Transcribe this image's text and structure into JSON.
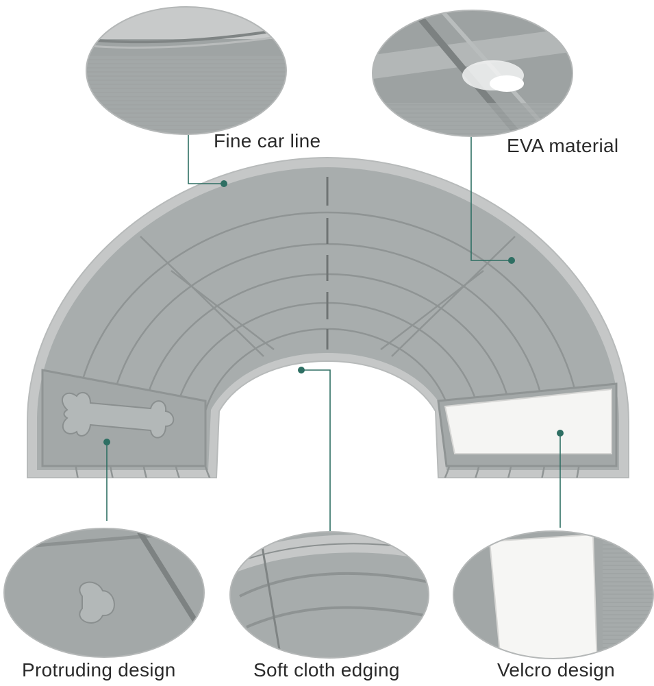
{
  "callouts": {
    "fine_car_line": "Fine car line",
    "eva_material": "EVA material",
    "protruding_design": "Protruding design",
    "soft_cloth_edging": "Soft cloth edging",
    "velcro_design": "Velcro design"
  },
  "colors": {
    "fabric": "#a9aeae",
    "fabric_dark": "#8e9393",
    "edging": "#c7c9c9",
    "velcro": "#f4f4f2",
    "leader_line": "#2e6f63"
  }
}
